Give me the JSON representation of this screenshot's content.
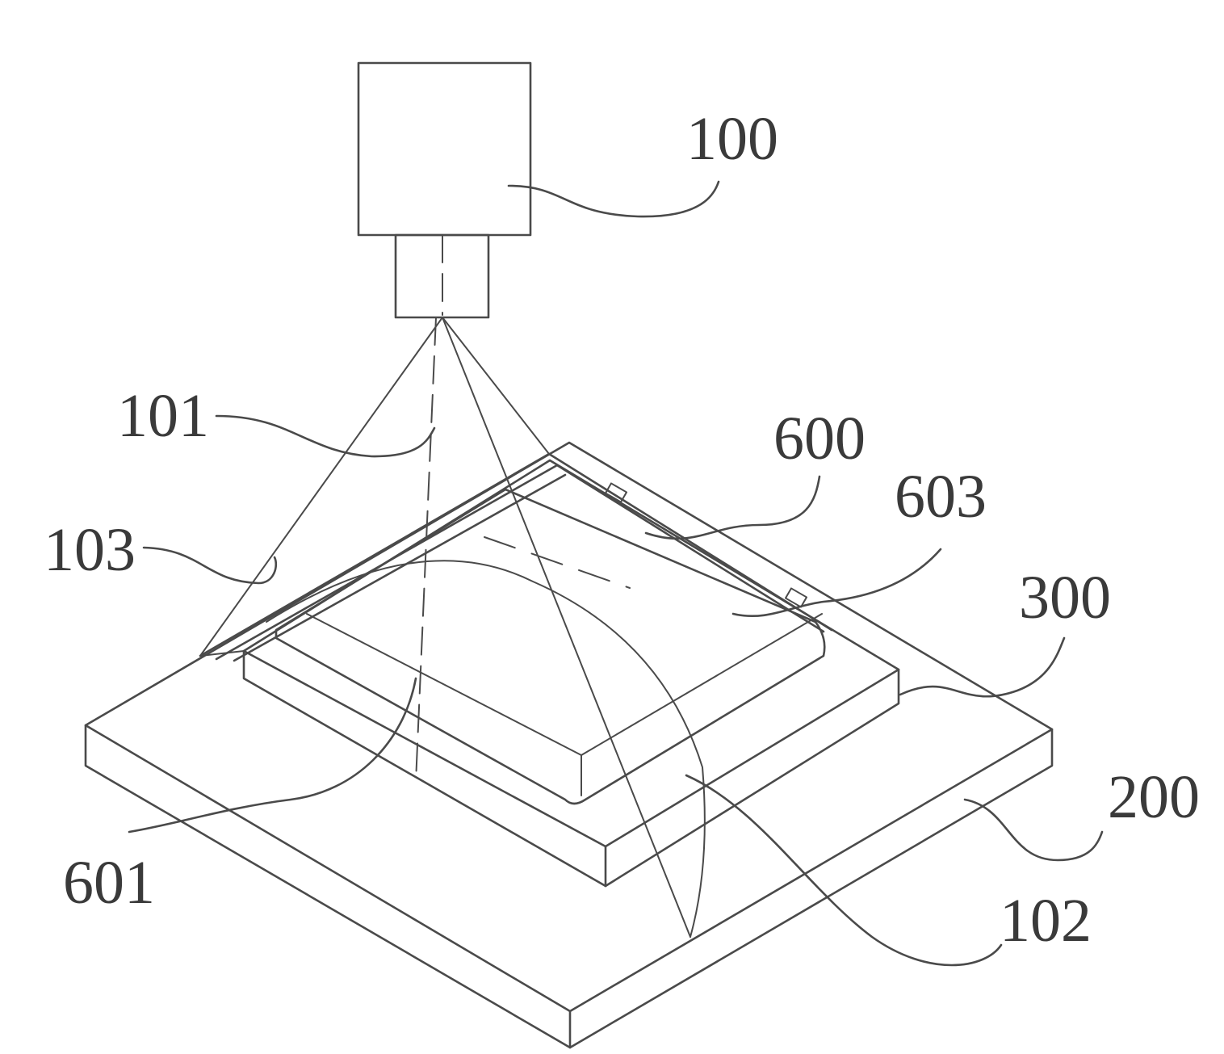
{
  "figure": {
    "labels": {
      "camera": "100",
      "optical_axis": "101",
      "field_of_view": "102",
      "cone_edge": "103",
      "substrate": "200",
      "stage": "300",
      "frame": "600",
      "arc_region": "601",
      "marker": "603"
    }
  }
}
